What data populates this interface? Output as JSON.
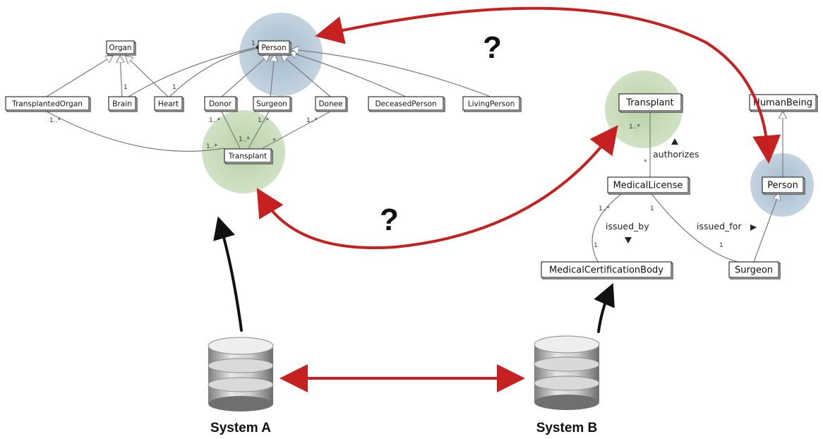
{
  "system_a": {
    "classes": {
      "organ": "Organ",
      "person": "Person",
      "transplanted_organ": "TransplantedOrgan",
      "brain": "Brain",
      "heart": "Heart",
      "donor": "Donor",
      "surgeon": "Surgeon",
      "donee": "Donee",
      "deceased_person": "DeceasedPerson",
      "living_person": "LivingPerson",
      "transplant": "Transplant"
    },
    "multiplicities": {
      "person_top": "1",
      "brain_top": "1",
      "heart_top": "1",
      "organ_side": "1..*",
      "donor_side": "1..*",
      "surgeon_side": "1..*",
      "donee_side": "1..*",
      "transplant_left": "1..*",
      "transplant_mid": "1..*",
      "transplant_right": "*"
    },
    "label": "System A"
  },
  "system_b": {
    "classes": {
      "transplant": "Transplant",
      "human_being": "HumanBeing",
      "person": "Person",
      "medical_license": "MedicalLicense",
      "medical_certification_body": "MedicalCertificationBody",
      "surgeon": "Surgeon"
    },
    "relations": {
      "authorizes": "authorizes",
      "issued_by": "issued_by",
      "issued_for": "issued_for"
    },
    "multiplicities": {
      "transplant_bottom": "1..*",
      "license_top": "*",
      "license_left": "1..*",
      "license_right": "1",
      "cert_body_top": "1",
      "surgeon_top": "1"
    },
    "label": "System B"
  },
  "question_marks": {
    "top": "?",
    "bottom": "?"
  },
  "colors": {
    "person_highlight": "#9fb7cc",
    "transplant_highlight": "#b5cfa3",
    "mapping_arrow": "#c62020",
    "extract_arrow": "#111111"
  }
}
